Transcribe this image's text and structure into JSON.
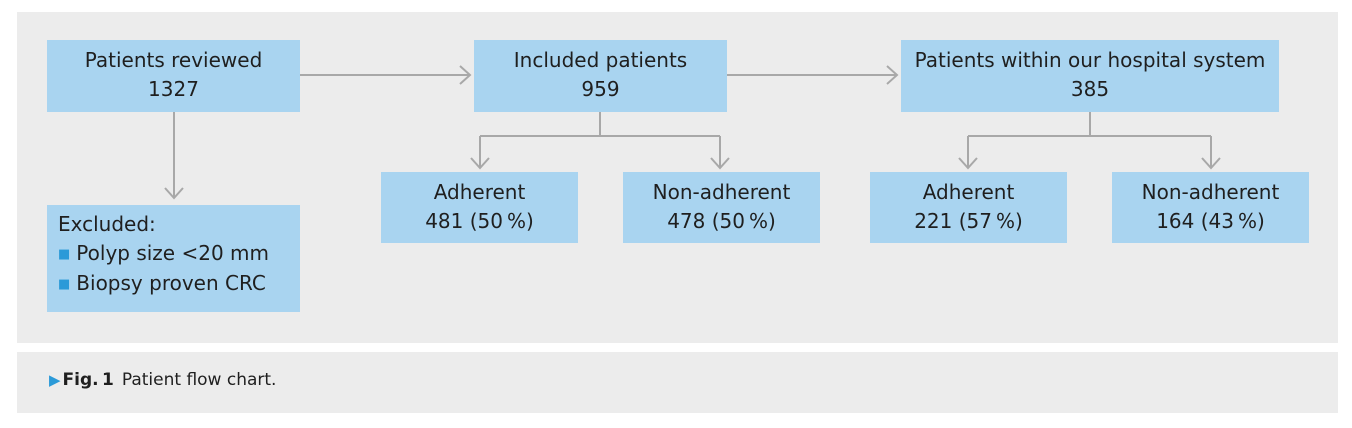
{
  "nodes": {
    "reviewed": {
      "label": "Patients reviewed",
      "count": "1327"
    },
    "excluded": {
      "title": "Excluded:",
      "items": [
        "Polyp size <20 mm",
        "Biopsy proven CRC"
      ]
    },
    "included": {
      "label": "Included patients",
      "count": "959"
    },
    "included_adherent": {
      "label": "Adherent",
      "count": "481 (50 %)"
    },
    "included_nonadherent": {
      "label": "Non-adherent",
      "count": "478 (50 %)"
    },
    "hospital": {
      "label": "Patients within our hospital system",
      "count": "385"
    },
    "hospital_adherent": {
      "label": "Adherent",
      "count": "221 (57 %)"
    },
    "hospital_nonadherent": {
      "label": "Non-adherent",
      "count": "164 (43 %)"
    }
  },
  "caption": {
    "fig": "Fig. 1",
    "text": "Patient flow chart."
  },
  "colors": {
    "box": "#a9d4f0",
    "panel": "#ececec",
    "connector": "#a8a8a8",
    "bullet": "#2b9ad8"
  }
}
